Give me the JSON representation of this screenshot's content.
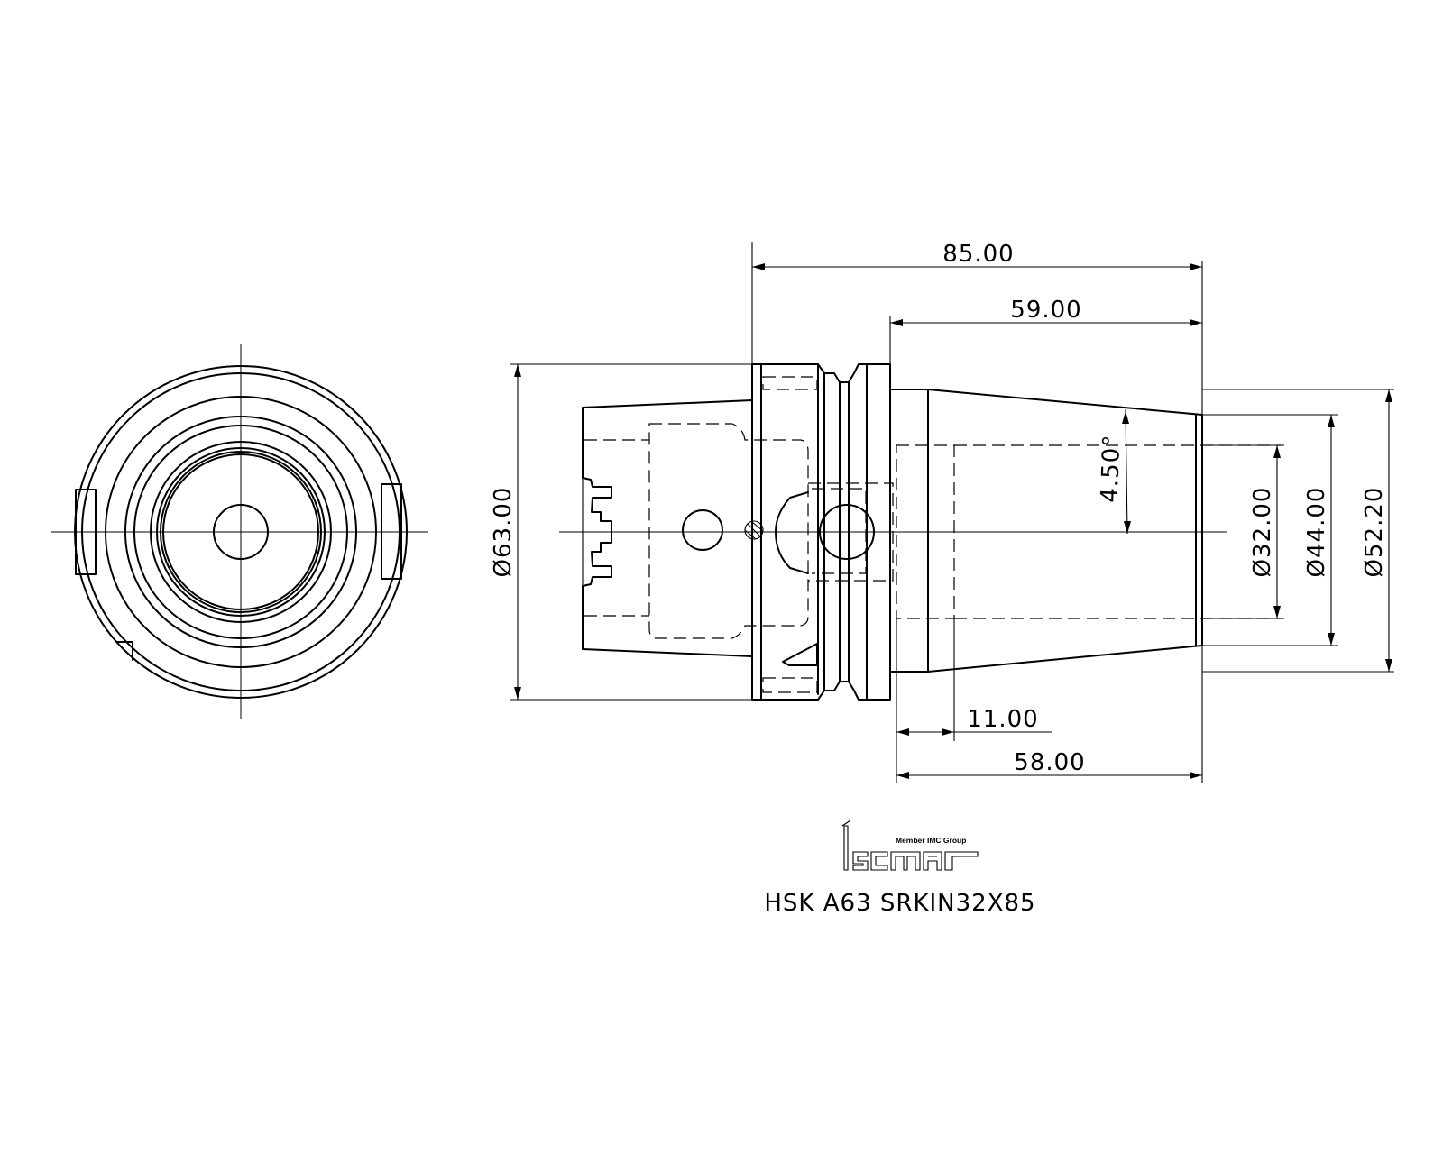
{
  "dimensions": {
    "overall_length": "85.00",
    "body_length": "59.00",
    "flange_diameter": "Ø63.00",
    "bore_diameter": "Ø32.00",
    "nose_diameter": "Ø44.00",
    "max_diameter": "Ø52.20",
    "taper_angle": "4.50°",
    "offset_length": "11.00",
    "bore_depth": "58.00"
  },
  "logo": {
    "tagline": "Member IMC Group"
  },
  "title": "HSK A63 SRKIN32X85"
}
